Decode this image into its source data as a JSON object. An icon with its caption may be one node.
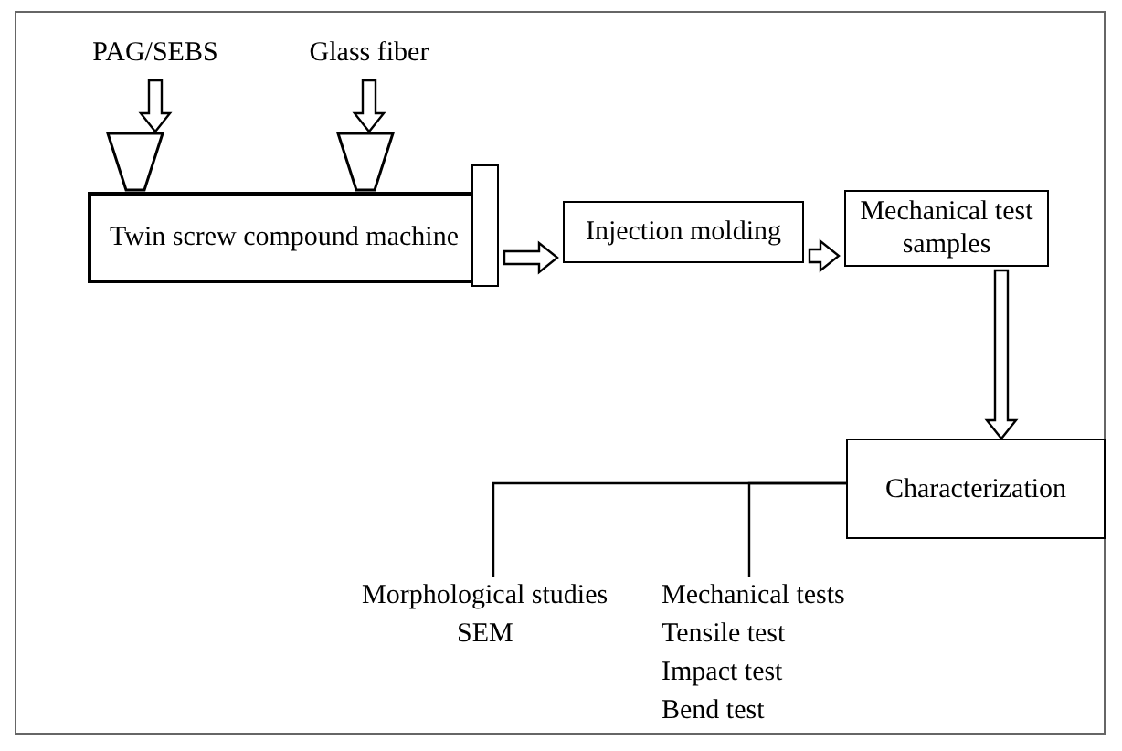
{
  "diagram": {
    "nodes": [
      {
        "text": [
          "PAG/SEBS"
        ]
      },
      {
        "text": [
          "Glass fiber"
        ]
      },
      {
        "text": [],
        "shape": "hopper"
      },
      {
        "text": [],
        "shape": "hopper"
      },
      {
        "text": [
          "Twin screw compound machine"
        ]
      },
      {
        "text": [
          "Injection molding"
        ]
      },
      {
        "text": [
          "Mechanical test samples"
        ]
      },
      {
        "text": [
          "Characterization"
        ]
      },
      {
        "text": [
          "Morphological studies",
          "SEM"
        ]
      },
      {
        "text": [
          "Mechanical tests",
          "Tensile test",
          "Impact test",
          "Bend test"
        ]
      }
    ],
    "edges": [
      {
        "from": 0,
        "to": 2,
        "arrow": "to"
      },
      {
        "from": 1,
        "to": 3,
        "arrow": "to"
      },
      {
        "from": 4,
        "to": 5,
        "arrow": "to"
      },
      {
        "from": 5,
        "to": 6,
        "arrow": "to"
      },
      {
        "from": 6,
        "to": 7,
        "arrow": "to"
      },
      {
        "from": 7,
        "to": 8,
        "arrow": "none"
      },
      {
        "from": 7,
        "to": 9,
        "arrow": "none"
      }
    ]
  }
}
